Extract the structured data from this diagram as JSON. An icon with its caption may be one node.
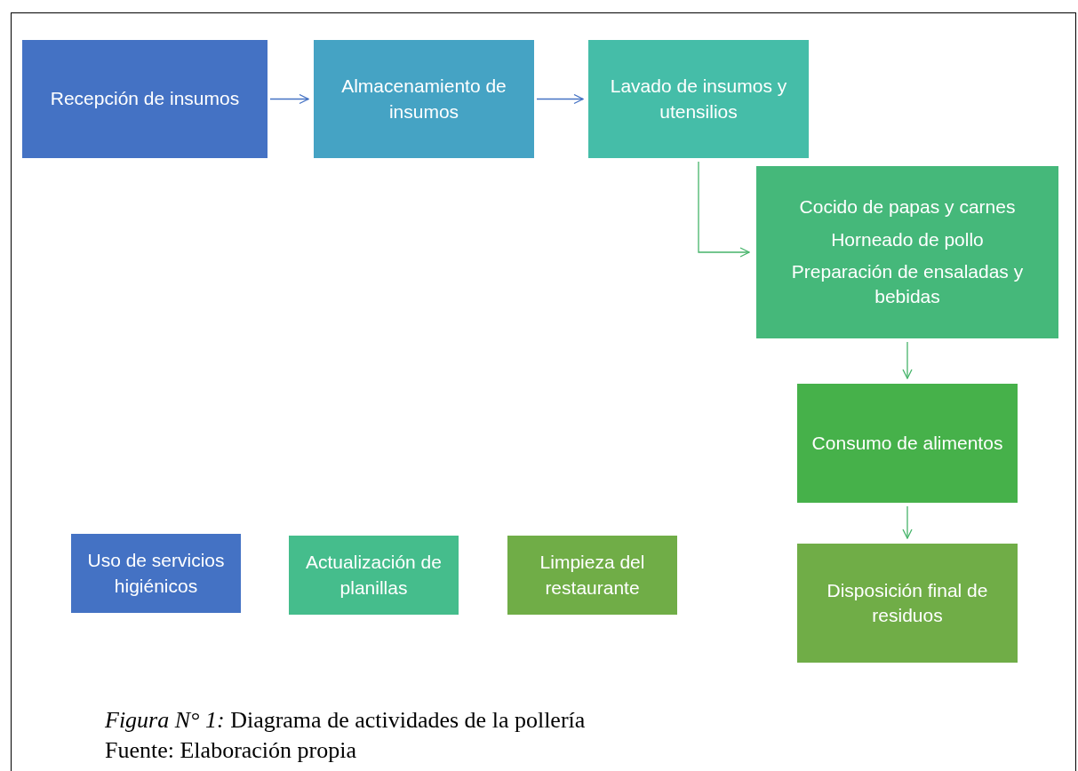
{
  "diagram": {
    "caption": "*Figura N° 1:* Diagrama de actividades de la pollería",
    "nodes": [
      {
        "text": [
          "Recepción de insumos"
        ]
      },
      {
        "text": [
          "Almacenamiento de insumos"
        ]
      },
      {
        "text": [
          "Lavado de insumos y utensilios"
        ]
      },
      {
        "text": [
          "Cocido de papas y carnes",
          "Horneado de pollo",
          "Preparación de ensaladas y bebidas"
        ]
      },
      {
        "text": [
          "Consumo de alimentos"
        ]
      },
      {
        "text": [
          "Disposición final de residuos"
        ]
      },
      {
        "text": [
          "Uso de servicios higiénicos"
        ]
      },
      {
        "text": [
          "Actualización de planillas"
        ]
      },
      {
        "text": [
          "Limpieza del restaurante"
        ]
      }
    ],
    "edges": [
      {
        "from": 0,
        "to": 1,
        "arrow": "to",
        "color": "#4472c4"
      },
      {
        "from": 1,
        "to": 2,
        "arrow": "to",
        "color": "#4472c4"
      },
      {
        "from": 2,
        "to": 3,
        "arrow": "to"
      },
      {
        "from": 3,
        "to": 4,
        "arrow": "to"
      },
      {
        "from": 4,
        "to": 5,
        "arrow": "to"
      }
    ],
    "labels": [
      "Fuente: Elaboración propia"
    ]
  }
}
